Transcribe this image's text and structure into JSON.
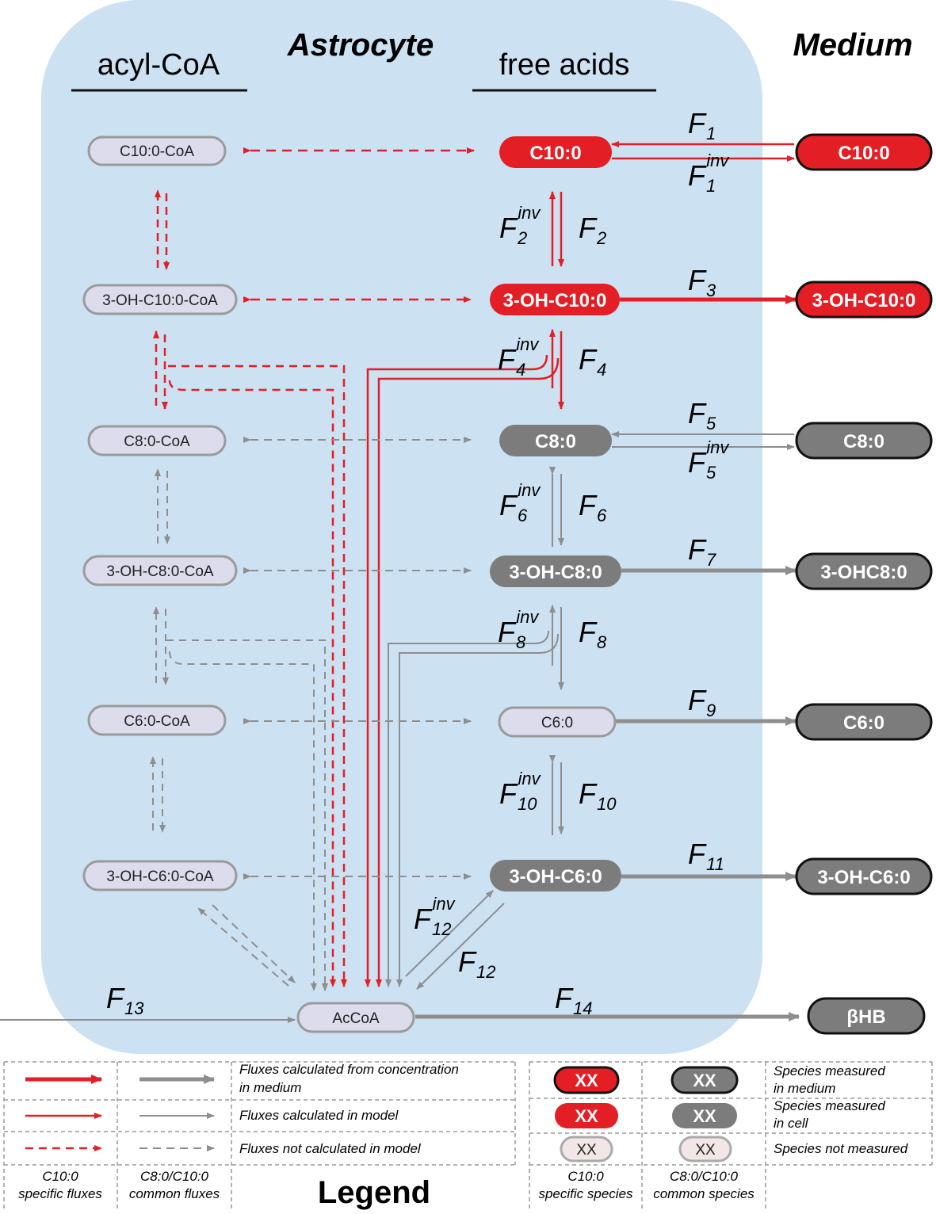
{
  "header": {
    "compartment_cell": "Astrocyte",
    "compartment_medium": "Medium",
    "col_acyl": "acyl-CoA",
    "col_free": "free acids"
  },
  "colors": {
    "red": "#e31e24",
    "gray": "#8e8e8e",
    "dark_gray": "#7c7c7c",
    "cell_bg": "#cce1f2",
    "unmeasured_fill": "#dcdcec"
  },
  "nodes": {
    "coa_c10": "C10:0-CoA",
    "coa_3oh_c10": "3-OH-C10:0-CoA",
    "coa_c8": "C8:0-CoA",
    "coa_3oh_c8": "3-OH-C8:0-CoA",
    "coa_c6": "C6:0-CoA",
    "coa_3oh_c6": "3-OH-C6:0-CoA",
    "acoa": "AcCoA",
    "fa_c10": "C10:0",
    "fa_3oh_c10": "3-OH-C10:0",
    "fa_c8": "C8:0",
    "fa_3oh_c8": "3-OH-C8:0",
    "fa_c6": "C6:0",
    "fa_3oh_c6": "3-OH-C6:0",
    "med_c10": "C10:0",
    "med_3oh_c10": "3-OH-C10:0",
    "med_c8": "C8:0",
    "med_3oh_c8": "3-OHC8:0",
    "med_c6": "C6:0",
    "med_3oh_c6": "3-OH-C6:0",
    "med_bhb": "βHB"
  },
  "flux": {
    "F": "F",
    "inv": "inv",
    "n1": "1",
    "n2": "2",
    "n3": "3",
    "n4": "4",
    "n5": "5",
    "n6": "6",
    "n7": "7",
    "n8": "8",
    "n9": "9",
    "n10": "10",
    "n11": "11",
    "n12": "12",
    "n13": "13",
    "n14": "14"
  },
  "legend": {
    "title": "Legend",
    "row1": [
      "Fluxes calculated from concentration",
      "in medium"
    ],
    "row2": "Fluxes calculated in model",
    "row3": "Fluxes not calculated in model",
    "foot_c10_fluxes": [
      "C10:0",
      "specific fluxes"
    ],
    "foot_common_fluxes": [
      "C8:0/C10:0",
      "common fluxes"
    ],
    "species_medium": [
      "Species measured",
      "in medium"
    ],
    "species_cell": [
      "Species measured",
      "in cell"
    ],
    "species_none": "Species not measured",
    "sample": "XX",
    "foot_c10_species": [
      "C10:0",
      "specific species"
    ],
    "foot_common_species": [
      "C8:0/C10:0",
      "common species"
    ]
  }
}
